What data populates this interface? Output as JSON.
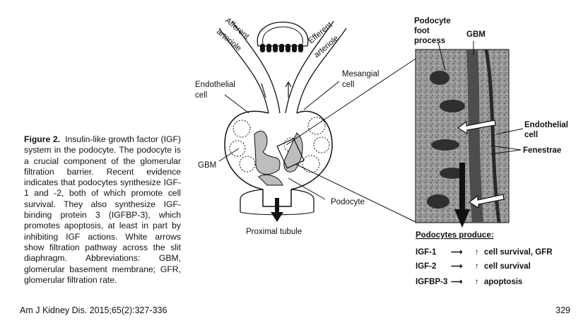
{
  "caption": {
    "figure_label": "Figure 2.",
    "text": "Insulin-like growth factor (IGF) system in the podocyte. The podocyte is a crucial component of the glomerular filtration barrier. Recent evidence indicates that podocytes synthesize IGF-1 and -2, both of which promote cell survival. They also synthesize IGF-binding protein 3 (IGFBP-3), which promotes apoptosis, at least in part by inhibiting IGF actions. White arrows show filtration pathway across the slit diaphragm. Abbreviations: GBM, glomerular basement membrane; GFR, glomerular filtration rate."
  },
  "footer": {
    "citation": "Am J Kidney Dis. 2015;65(2):327-336",
    "page_number": "329"
  },
  "diagram": {
    "labels": {
      "afferent": "Afferent",
      "afferent_arteriole": "arteriole",
      "efferent": "Efferent",
      "efferent_arteriole": "arteriole",
      "endothelial_1": "Endothelial",
      "endothelial_2": "cell",
      "mesangial_1": "Mesangial",
      "mesangial_2": "cell",
      "gbm": "GBM",
      "podocyte": "Podocyte",
      "proximal_tubule": "Proximal tubule"
    }
  },
  "micrograph": {
    "labels": {
      "foot_1": "Podocyte",
      "foot_2": "foot",
      "foot_3": "process",
      "gbm": "GBM",
      "endothelial_1": "Endothelial",
      "endothelial_2": "cell",
      "fenestrae": "Fenestrae"
    }
  },
  "produce": {
    "title": "Podocytes produce:",
    "rows": [
      {
        "factor": "IGF-1",
        "arrow": "⟶",
        "up": "↑",
        "effect": "cell survival, GFR"
      },
      {
        "factor": "IGF-2",
        "arrow": "⟶",
        "up": "↑",
        "effect": "cell survival"
      },
      {
        "factor": "IGFBP-3",
        "arrow": "⟶",
        "up": "↑",
        "effect": "apoptosis"
      }
    ]
  }
}
